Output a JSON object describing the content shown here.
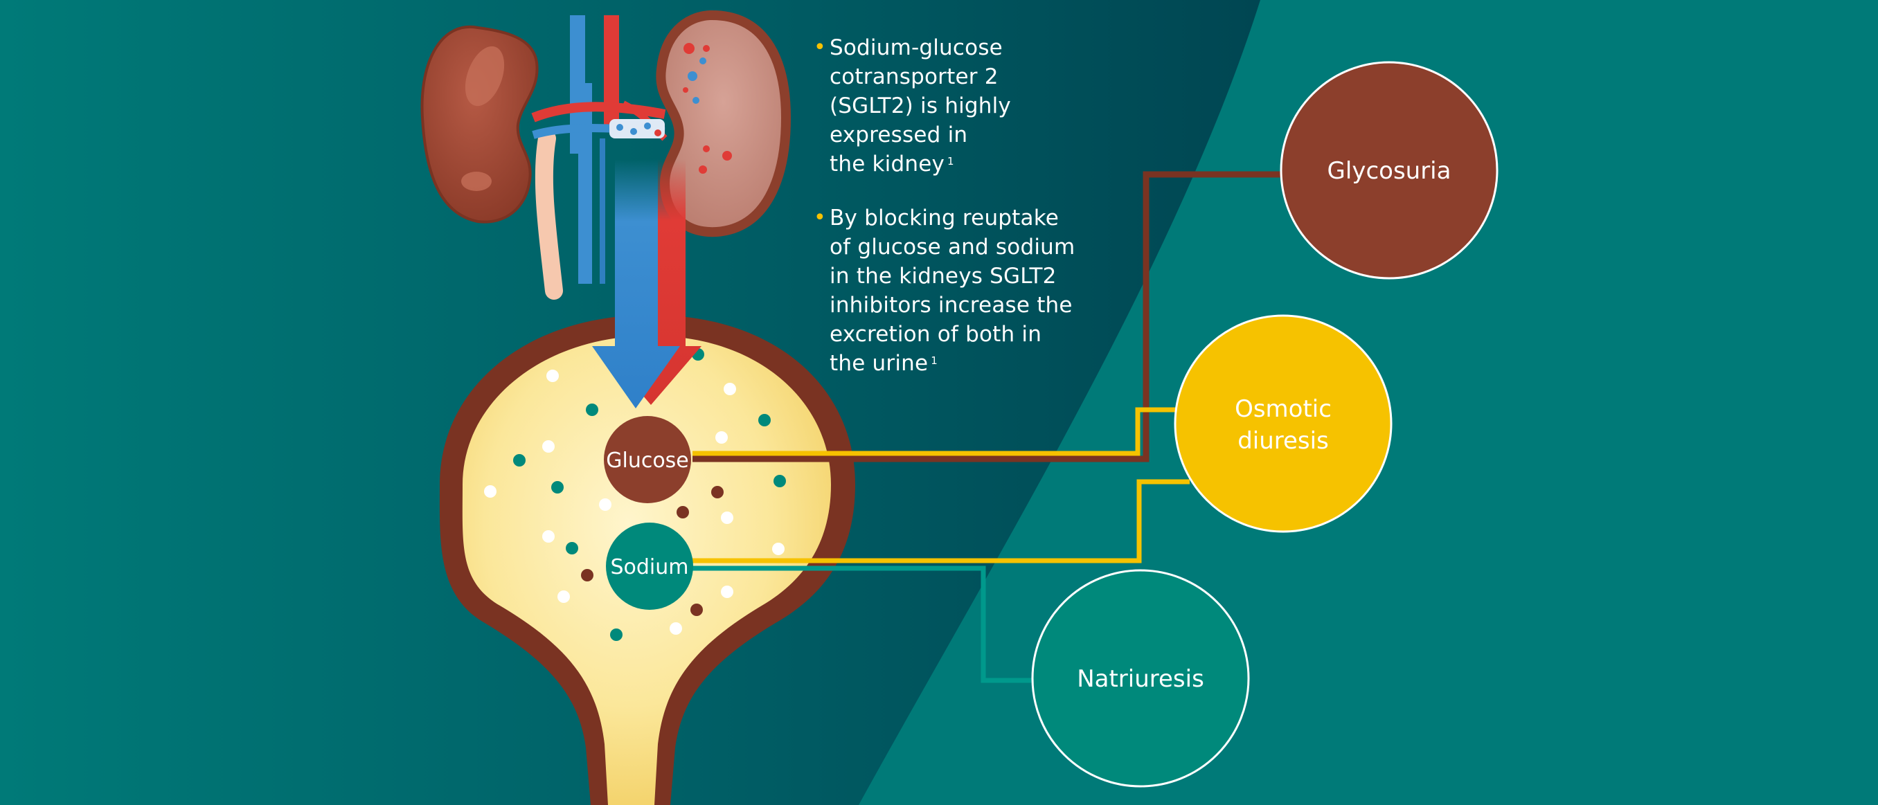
{
  "bullets": [
    {
      "text": "Sodium-glucose\ncotransporter 2\n(SGLT2) is highly\nexpressed in\nthe kidney",
      "ref": "1"
    },
    {
      "text": "By blocking reuptake\nof glucose and sodium\nin the kidneys SGLT2\ninhibitors increase the\nexcretion of both in\nthe urine",
      "ref": "1"
    }
  ],
  "bladder_labels": {
    "glucose": "Glucose",
    "sodium": "Sodium"
  },
  "outcomes": {
    "glycosuria": "Glycosuria",
    "osmotic_diuresis_line1": "Osmotic",
    "osmotic_diuresis_line2": "diuresis",
    "natriuresis": "Natriuresis"
  },
  "colors": {
    "teal": "#007a78",
    "dark_teal": "#004d58",
    "brown": "#8c3f2c",
    "yellow": "#f6c200",
    "green": "#00897b",
    "white": "#ffffff"
  }
}
